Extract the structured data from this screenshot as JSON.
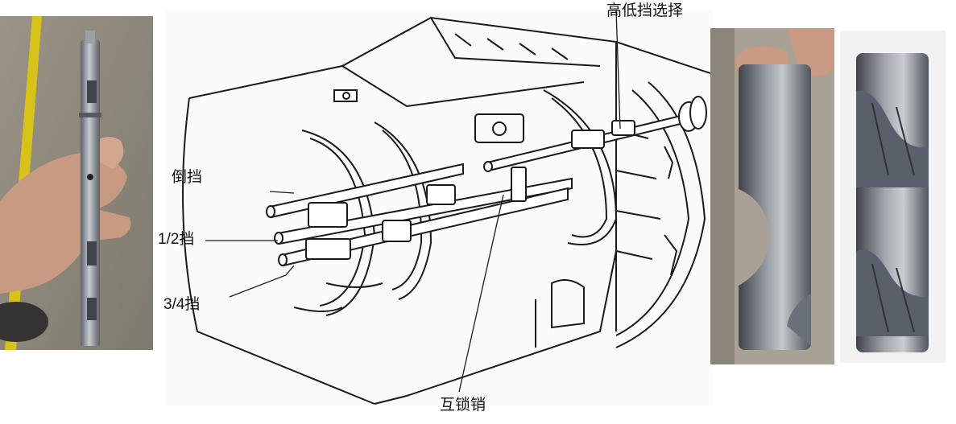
{
  "labels": {
    "high_low": "高低挡选择",
    "reverse": "倒挡",
    "gear_12": "1/2挡",
    "gear_34": "3/4挡",
    "interlock": "互锁销"
  },
  "colors": {
    "line": "#1a1a1a",
    "steel_light": "#b7bcc2",
    "steel_mid": "#8e949b",
    "steel_dark": "#4f555c",
    "skin": "#c99a82",
    "floor": "#8f8a7c",
    "yellow_stripe": "#d8c21a"
  },
  "icons": [
    "shaft-photo",
    "transmission-line-drawing",
    "interlock-pin-photo",
    "interlock-pin-photo-2"
  ]
}
